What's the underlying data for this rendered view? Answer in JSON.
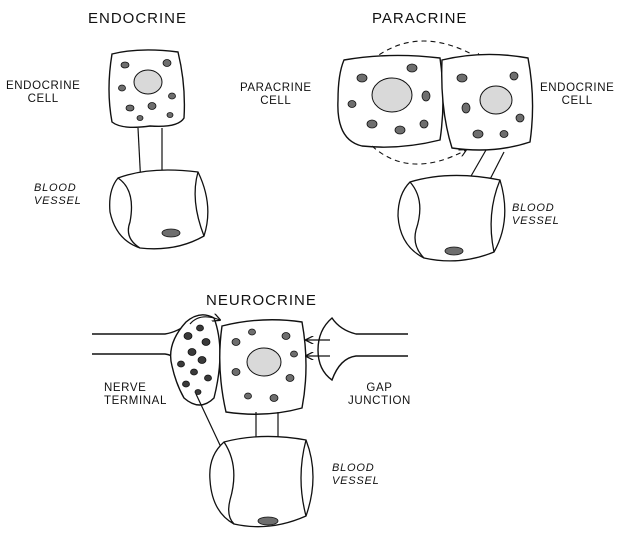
{
  "endocrine": {
    "title": "ENDOCRINE",
    "cell_label_line1": "ENDOCRINE",
    "cell_label_line2": "CELL",
    "vessel_label_line1": "BLOOD",
    "vessel_label_line2": "VESSEL"
  },
  "paracrine": {
    "title": "PARACRINE",
    "paracrine_label_line1": "PARACRINE",
    "paracrine_label_line2": "CELL",
    "endocrine_label_line1": "ENDOCRINE",
    "endocrine_label_line2": "CELL",
    "vessel_label_line1": "BLOOD",
    "vessel_label_line2": "VESSEL"
  },
  "neurocrine": {
    "title": "NEUROCRINE",
    "nerve_label_line1": "NERVE",
    "nerve_label_line2": "TERMINAL",
    "gap_label_line1": "GAP",
    "gap_label_line2": "JUNCTION",
    "vessel_label_line1": "BLOOD",
    "vessel_label_line2": "VESSEL"
  }
}
